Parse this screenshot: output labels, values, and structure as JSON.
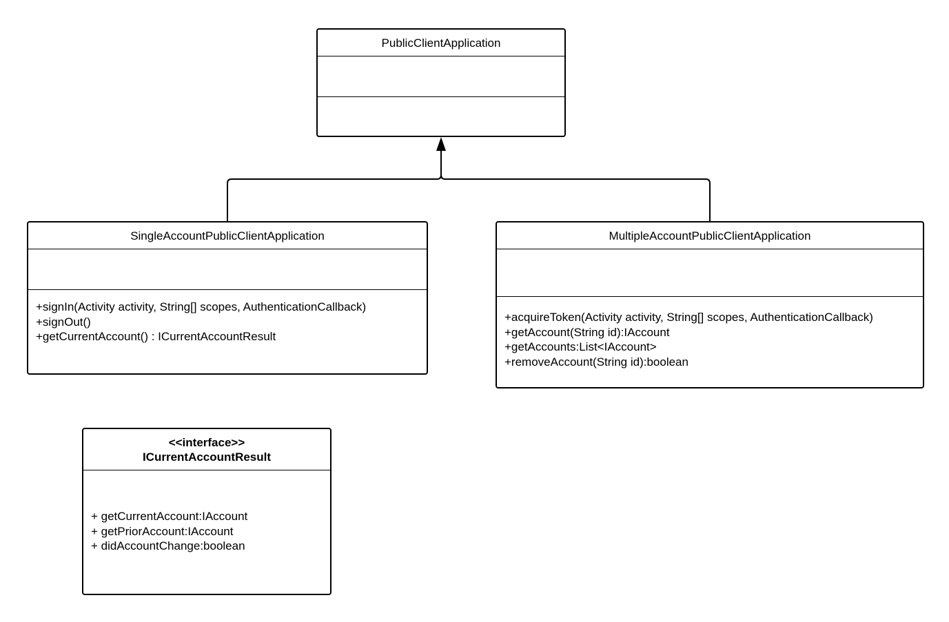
{
  "diagram": {
    "classes": {
      "public_client_application": {
        "name": "PublicClientApplication",
        "operations": []
      },
      "single_account": {
        "name": "SingleAccountPublicClientApplication",
        "operations": [
          "+signIn(Activity activity, String[] scopes, AuthenticationCallback)",
          "+signOut()",
          "+getCurrentAccount() : ICurrentAccountResult"
        ]
      },
      "multiple_account": {
        "name": "MultipleAccountPublicClientApplication",
        "operations": [
          "+acquireToken(Activity activity, String[] scopes, AuthenticationCallback)",
          "+getAccount(String id):IAccount",
          "+getAccounts:List<IAccount>",
          "+removeAccount(String id):boolean"
        ]
      },
      "current_account_result": {
        "stereotype": "<<interface>>",
        "name": "ICurrentAccountResult",
        "operations": [
          "+ getCurrentAccount:IAccount",
          "+ getPriorAccount:IAccount",
          "+ didAccountChange:boolean"
        ]
      }
    },
    "relationships": [
      {
        "type": "generalization",
        "from": "SingleAccountPublicClientApplication",
        "to": "PublicClientApplication"
      },
      {
        "type": "generalization",
        "from": "MultipleAccountPublicClientApplication",
        "to": "PublicClientApplication"
      }
    ],
    "colors": {
      "line": "#000000",
      "background": "#ffffff"
    }
  }
}
